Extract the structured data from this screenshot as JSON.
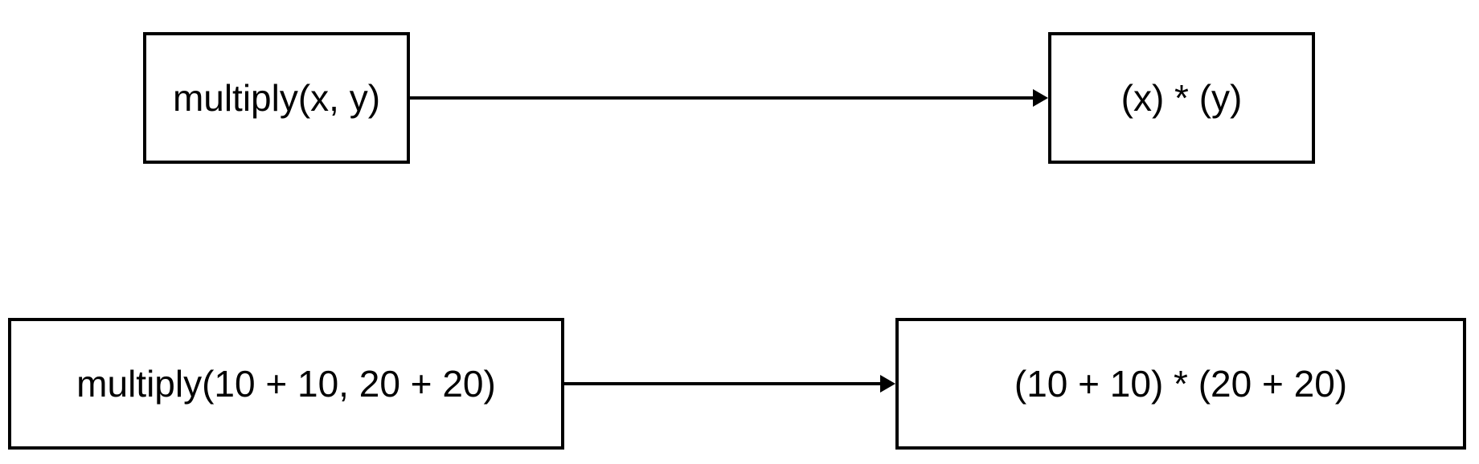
{
  "colors": {
    "stroke": "#000000",
    "fill": "#ffffff",
    "text": "#000000"
  },
  "diagram": {
    "type": "flow",
    "rows": [
      {
        "source_label": "multiply(x, y)",
        "target_label": "(x) * (y)",
        "connector": "arrow-right"
      },
      {
        "source_label": "multiply(10 + 10, 20 + 20)",
        "target_label": "(10 + 10) * (20 + 20)",
        "connector": "arrow-right"
      }
    ]
  }
}
